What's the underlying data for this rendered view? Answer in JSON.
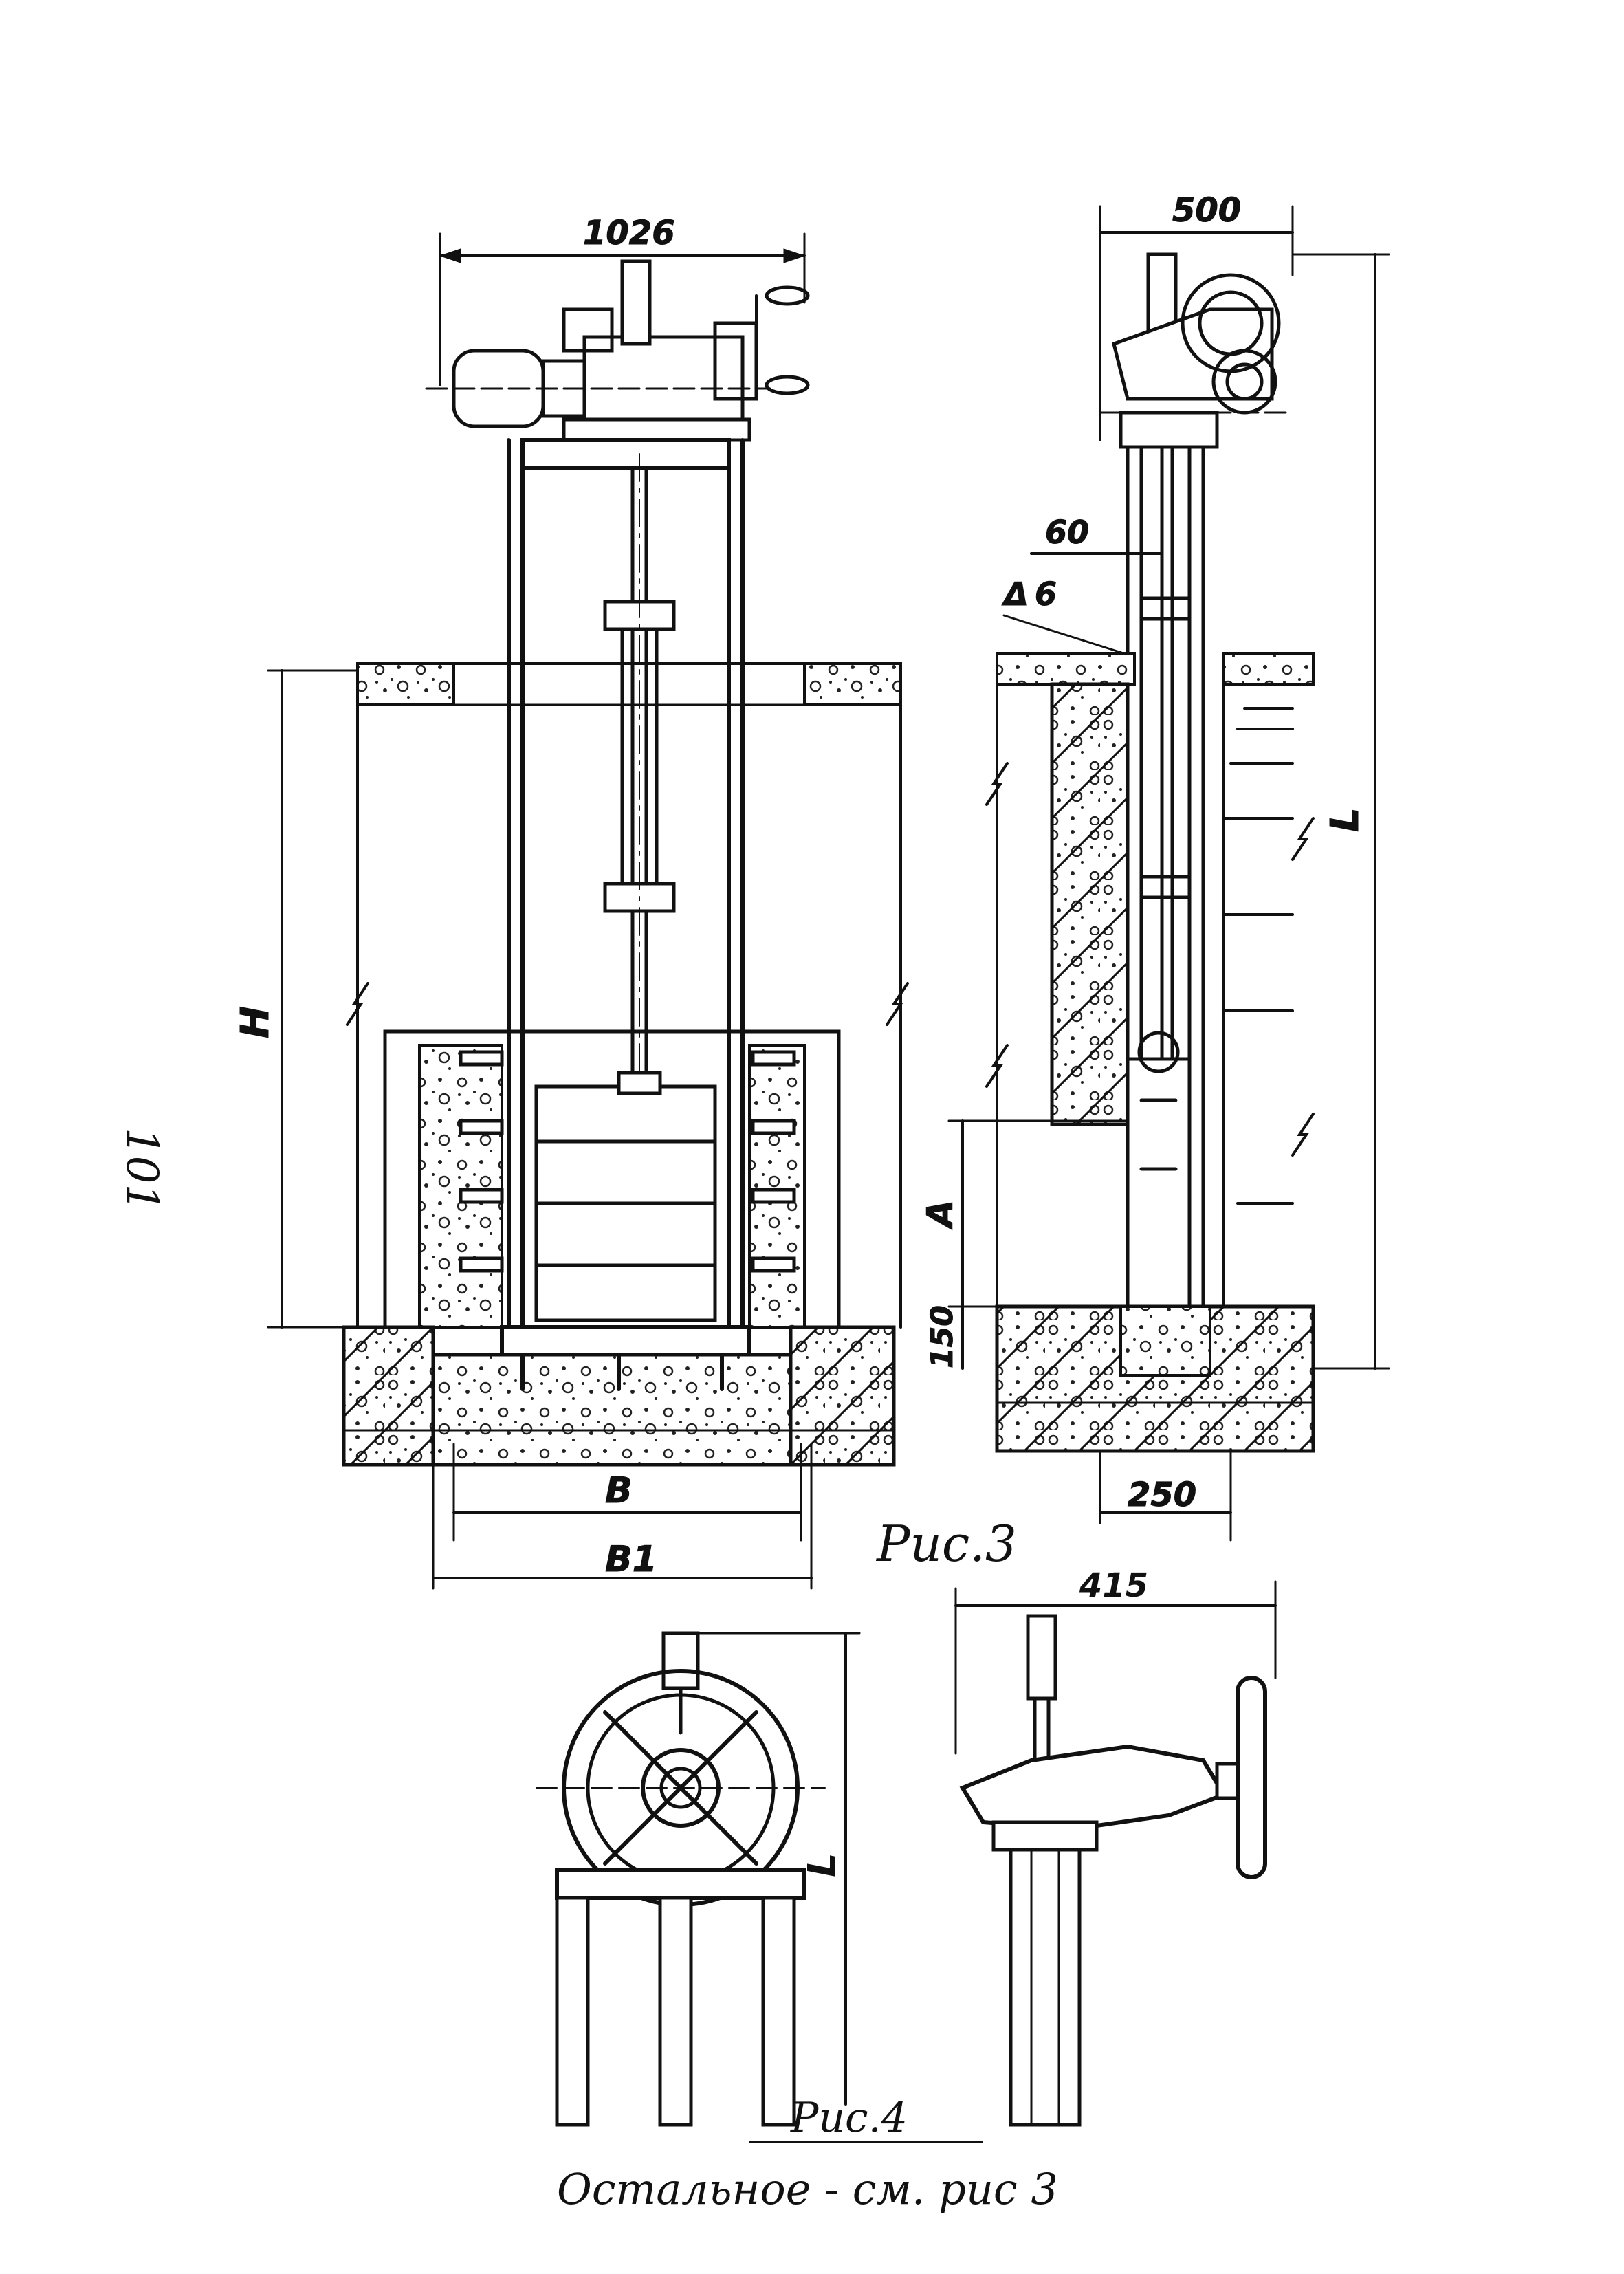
{
  "page_number": "101",
  "fig3": {
    "caption": "Рис.3",
    "dims": {
      "top_width": "1026",
      "height_H": "H",
      "width_B": "B",
      "width_B1": "B1",
      "side_top": "500",
      "side_60": "60",
      "side_weld": "6",
      "side_A": "A",
      "side_150": "150",
      "side_250": "250",
      "side_L": "L"
    }
  },
  "fig4": {
    "caption": "Рис.4",
    "note": "Остальное - см. рис 3",
    "dims": {
      "width_415": "415",
      "height_L": "L"
    }
  }
}
